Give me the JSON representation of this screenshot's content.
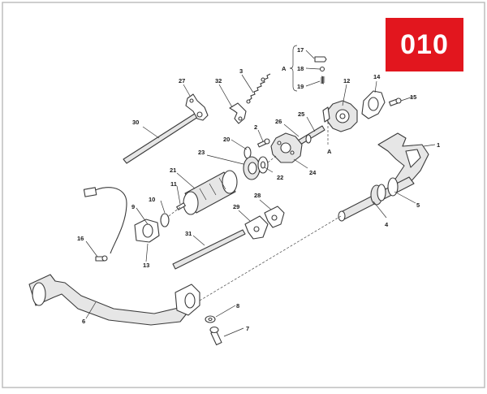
{
  "badge": {
    "text": "010",
    "color": "#e2161e"
  },
  "callouts": {
    "c1": "1",
    "c2": "2",
    "c3": "3",
    "c4": "4",
    "c5": "5",
    "c6": "6",
    "c7": "7",
    "c8": "8",
    "c9": "9",
    "c10": "10",
    "c11": "11",
    "c12": "12",
    "c13": "13",
    "c14": "14",
    "c15": "15",
    "c16": "16",
    "c17": "17",
    "c18": "18",
    "c19": "19",
    "c20": "20",
    "c21": "21",
    "c22": "22",
    "c23": "23",
    "c24": "24",
    "c25": "25",
    "c26": "26",
    "c27": "27",
    "c28": "28",
    "c29": "29",
    "c30": "30",
    "c31": "31",
    "c32": "32",
    "groupA": "A",
    "refA": "A"
  }
}
